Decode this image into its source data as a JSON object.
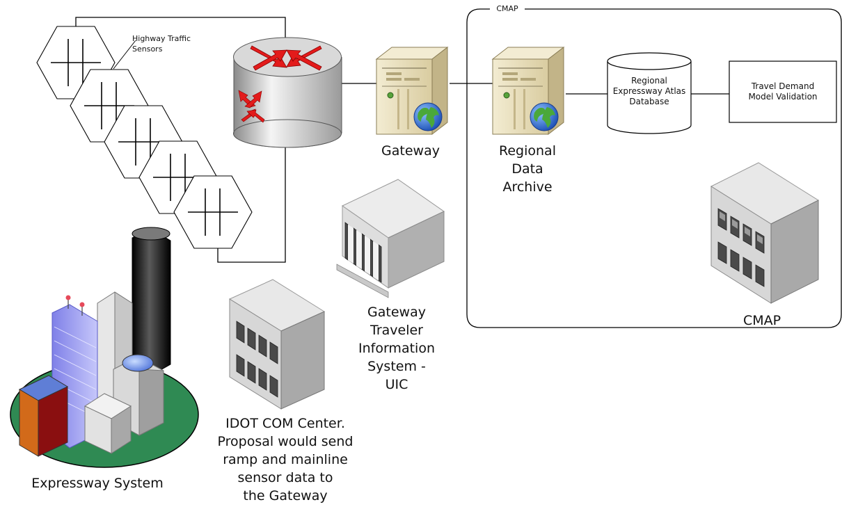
{
  "labels": {
    "sensors": "Highway Traffic Sensors",
    "gateway": "Gateway",
    "rda": [
      "Regional",
      "Data",
      "Archive"
    ],
    "atlas": [
      "Regional",
      "Expressway Atlas",
      "Database"
    ],
    "tdm": [
      "Travel Demand",
      "Model Validation"
    ],
    "cmap_boundary": "CMAP",
    "cmap_building": "CMAP",
    "gtis": [
      "Gateway",
      "Traveler",
      "Information",
      "System -",
      "UIC"
    ],
    "idot": [
      "IDOT COM Center.",
      "Proposal would send",
      "ramp and mainline",
      "sensor data to",
      "the Gateway"
    ],
    "expressway": "Expressway System"
  },
  "colors": {
    "router_arrow": "#e31b1b",
    "server_body": "#d7cba0",
    "globe_blue": "#2f6fd6",
    "globe_green": "#4aa83a",
    "ground_green": "#2f8a53",
    "tower_blue": "#9a9cf2",
    "orange_building": "#d26a1a",
    "dark_red": "#8a0f10",
    "black_tower": "#111111"
  },
  "icons": [
    "router-icon",
    "server-icon",
    "globe-icon",
    "database-icon",
    "office-building-icon",
    "government-building-icon",
    "city-skyline-icon",
    "traffic-sensor-icon"
  ]
}
